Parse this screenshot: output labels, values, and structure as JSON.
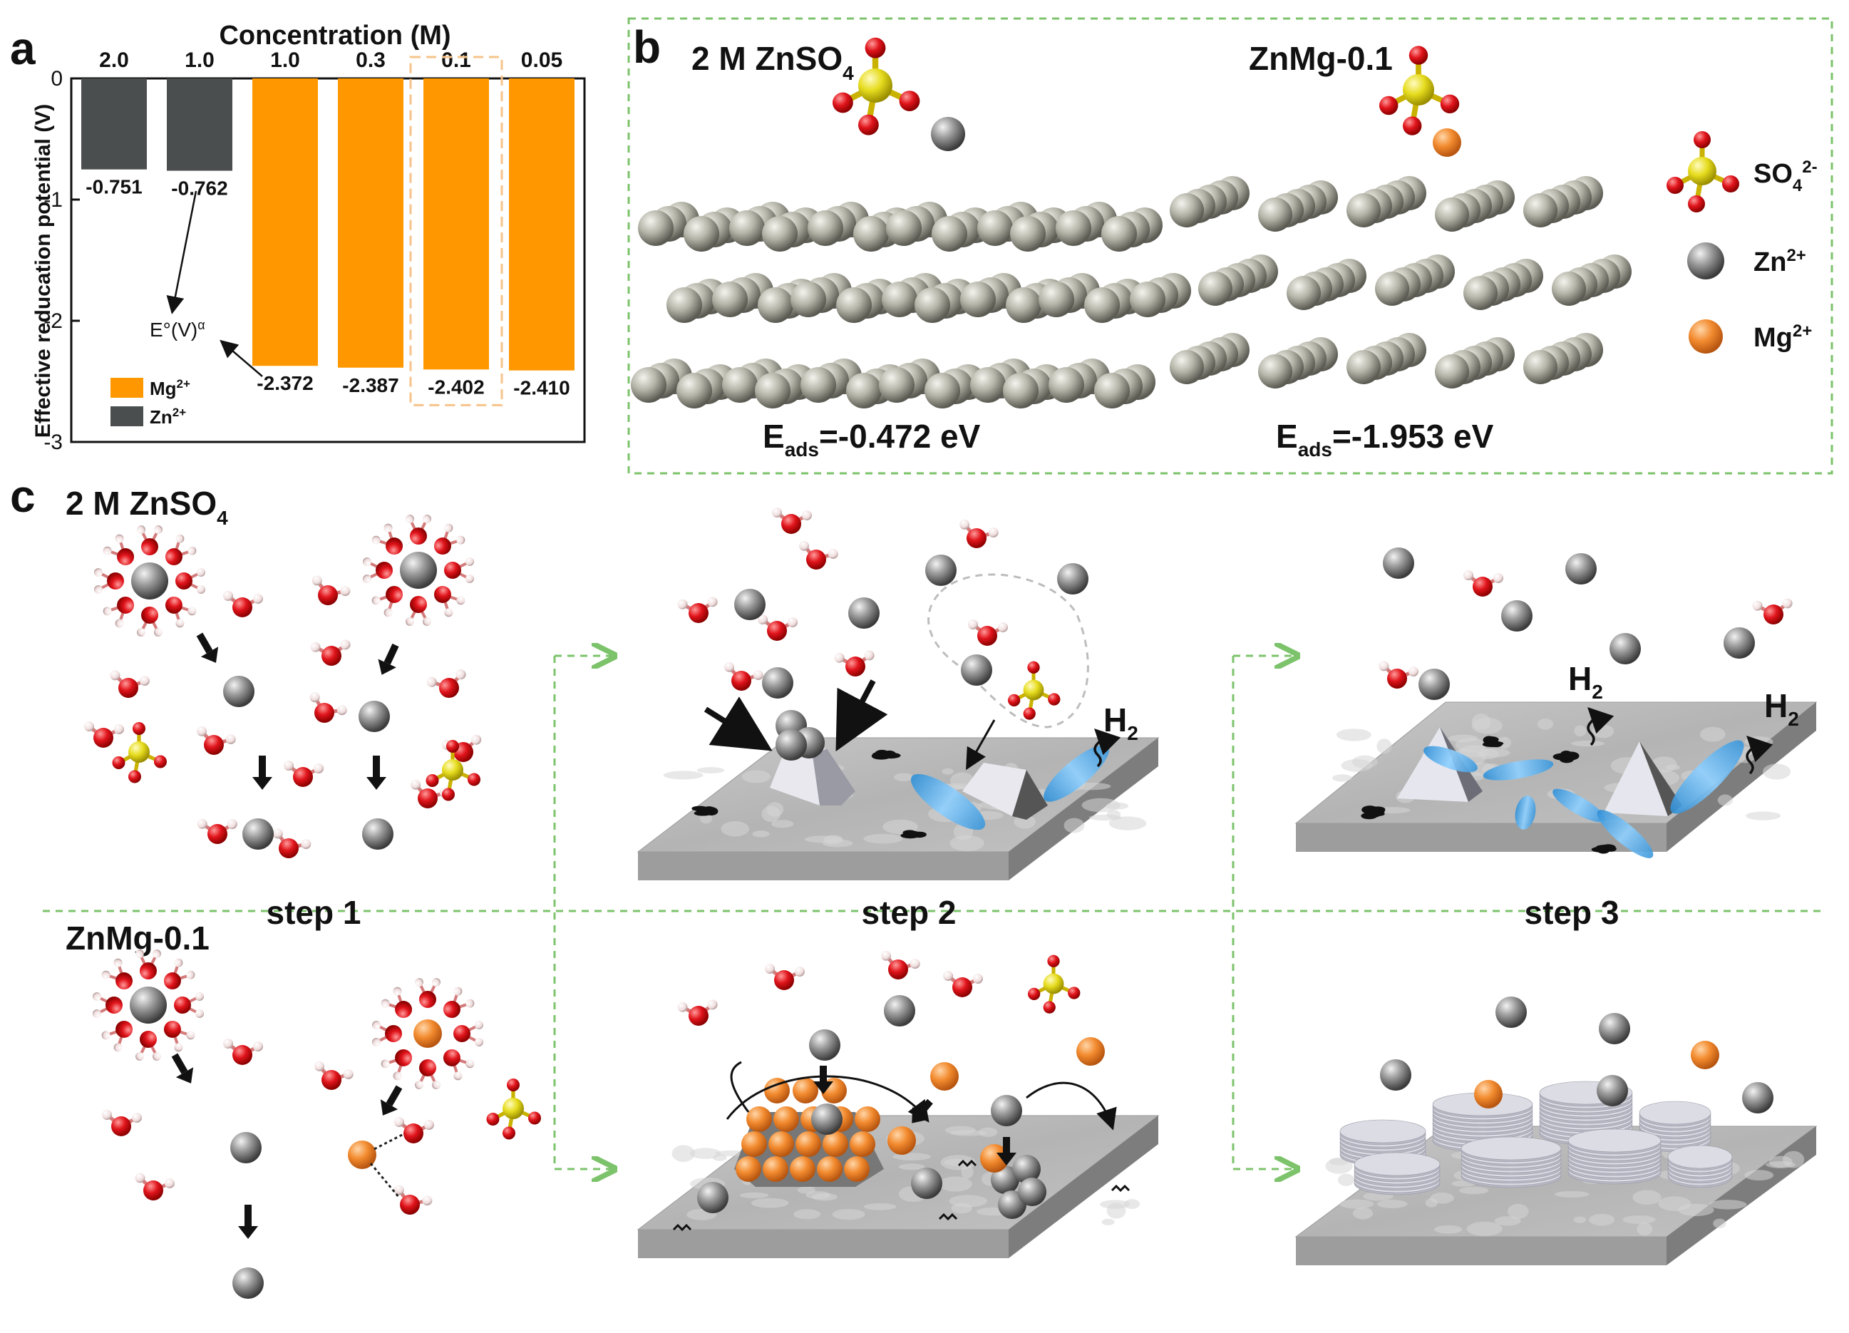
{
  "panel_a": {
    "letter": "a",
    "x_title": "Concentration (M)",
    "y_title": "Effective reducation potential (V)",
    "y_ticks": [
      "0",
      "-1",
      "-2",
      "-3"
    ],
    "annotation": "E°(V)",
    "annotation_sup": "α",
    "legend": [
      {
        "label": "Mg",
        "sup": "2+",
        "color": "#ff9800"
      },
      {
        "label": "Zn",
        "sup": "2+",
        "color": "#4a4e4e"
      }
    ]
  },
  "chart_data": {
    "type": "bar",
    "categories": [
      "2.0",
      "1.0",
      "1.0",
      "0.3",
      "0.1",
      "0.05"
    ],
    "series": [
      {
        "name": "Zn2+",
        "color": "#4a4e4e",
        "indices": [
          0,
          1
        ],
        "values": [
          -0.751,
          -0.762
        ]
      },
      {
        "name": "Mg2+",
        "color": "#ff9800",
        "indices": [
          2,
          3,
          4,
          5
        ],
        "values": [
          -2.372,
          -2.387,
          -2.402,
          -2.41
        ]
      }
    ],
    "value_labels": [
      "-0.751",
      "-0.762",
      "-2.372",
      "-2.387",
      "-2.402",
      "-2.410"
    ],
    "highlighted_index": 4,
    "xlabel": "Concentration (M)",
    "ylabel": "Effective reducation potential (V)",
    "ylim": [
      -3,
      0
    ]
  },
  "panel_b": {
    "letter": "b",
    "left_title": "2 M ZnSO",
    "left_title_sub": "4",
    "right_title": "ZnMg-0.1",
    "left_energy_prefix": "E",
    "left_energy_sub": "ads",
    "left_energy_value": "=-0.472 eV",
    "right_energy_prefix": "E",
    "right_energy_sub": "ads",
    "right_energy_value": "=-1.953 eV",
    "legend": [
      {
        "label": "SO",
        "sub": "4",
        "sup": "2-"
      },
      {
        "label": "Zn",
        "sub": "",
        "sup": "2+"
      },
      {
        "label": "Mg",
        "sub": "",
        "sup": "2+"
      }
    ]
  },
  "panel_c": {
    "letter": "c",
    "top_title": "2 M ZnSO",
    "top_title_sub": "4",
    "bottom_title": "ZnMg-0.1",
    "steps": [
      "step 1",
      "step 2",
      "step 3"
    ],
    "gas": "H",
    "gas_sub": "2"
  },
  "colors": {
    "zinc": "#8c8c8c",
    "magnesium": "#f28a2e",
    "oxygen": "#e0141b",
    "sulfur": "#e6dc1e",
    "hydrogen": "#f2d9d9",
    "dendrite": "#5aaee6",
    "guide": "#7cc36b"
  }
}
